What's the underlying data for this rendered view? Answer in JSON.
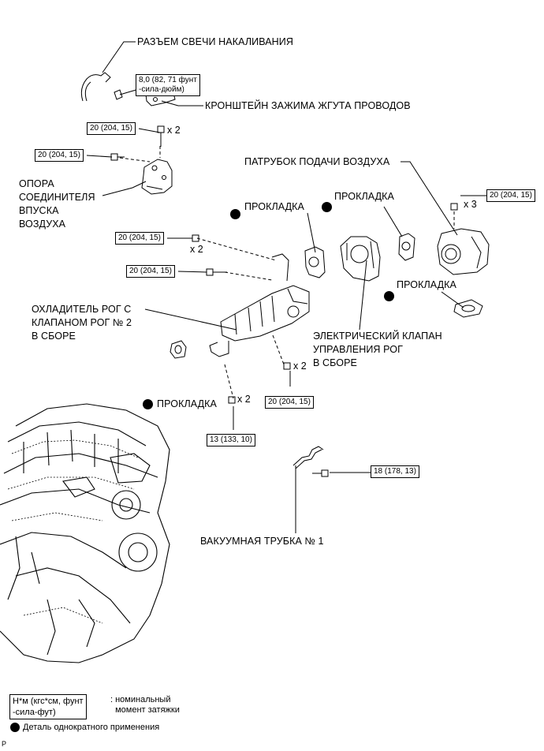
{
  "labels": {
    "glow_plug_connector": "РАЗЪЕМ СВЕЧИ НАКАЛИВАНИЯ",
    "harness_clamp_bracket": "КРОНШТЕЙН ЗАЖИМА ЖГУТА ПРОВОДОВ",
    "intake_air_connector_stay": "ОПОРА\nСОЕДИНИТЕЛЯ\nВПУСКА\nВОЗДУХА",
    "air_inlet_pipe": "ПАТРУБОК ПОДАЧИ ВОЗДУХА",
    "gasket_1": "ПРОКЛАДКА",
    "gasket_2": "ПРОКЛАДКА",
    "gasket_3": "ПРОКЛАДКА",
    "gasket_4": "ПРОКЛАДКА",
    "egr_cooler": "ОХЛАДИТЕЛЬ РОГ С\nКЛАПАНОМ РОГ № 2\nВ СБОРЕ",
    "egr_valve": "ЭЛЕКТРИЧЕСКИЙ КЛАПАН\nУПРАВЛЕНИЯ РОГ\nВ СБОРЕ",
    "vacuum_tube": "ВАКУУМНАЯ ТРУБКА № 1"
  },
  "torques": {
    "t1": "8,0 (82, 71 фунт\n-сила-дюйм)",
    "t2": "20 (204, 15)",
    "t3": "20 (204, 15)",
    "t4": "20 (204, 15)",
    "t5": "20 (204, 15)",
    "t6": "20 (204, 15)",
    "t7": "20 (204, 15)",
    "t8": "13 (133, 10)",
    "t9": "18 (178, 13)"
  },
  "multipliers": {
    "m1": "x 2",
    "m2": "x 3",
    "m3": "x 2",
    "m4": "x 2",
    "m5": "x 2"
  },
  "legend": {
    "unit_box": "Н*м (кгс*см, фунт\n-сила-фут)",
    "unit_desc": ": номинальный\n  момент затяжки",
    "nonreusable": "Деталь однократного применения"
  },
  "corner_mark": "P"
}
